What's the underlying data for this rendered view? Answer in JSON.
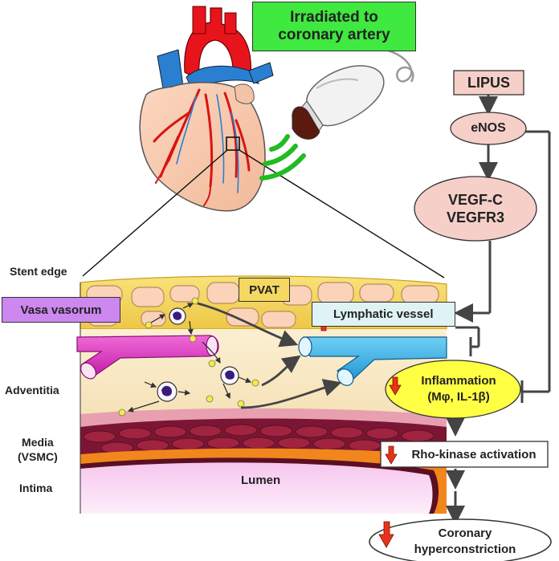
{
  "header": {
    "irradiated_line1": "Irradiated to",
    "irradiated_line2": "coronary artery"
  },
  "pathway": {
    "lipus": "LIPUS",
    "enos": "eNOS",
    "vegf_line1": "VEGF-C",
    "vegf_line2": "VEGFR3",
    "lymphatic": "Lymphatic vessel",
    "inflammation_line1": "Inflammation",
    "inflammation_line2": "(Mφ, IL-1β)",
    "rho_kinase": "Rho-kinase activation",
    "coronary_line1": "Coronary",
    "coronary_line2": "hyperconstriction"
  },
  "vessel_labels": {
    "stent_edge": "Stent edge",
    "vasa_vasorum": "Vasa vasorum",
    "pvat": "PVAT",
    "adventitia": "Adventitia",
    "media_line1": "Media",
    "media_line2": "(VSMC)",
    "intima": "Intima",
    "lumen": "Lumen"
  },
  "colors": {
    "green_box": "#3fe93f",
    "pink_box": "#f7cfc9",
    "purple_box": "#cc88ee",
    "pvat_yellow": "#f5d85f",
    "lymph_box": "#dff3f5",
    "inflammation_oval": "#ffff44",
    "up_arrow": "#e8321a",
    "down_arrow": "#e8321a",
    "vasa_magenta": "#e233c8",
    "lymph_blue": "#3ab0e8",
    "media_red": "#8a1a3a",
    "lumen_pink": "#f3b8e8"
  },
  "icons": {
    "up": "arrow-up-icon",
    "down": "arrow-down-icon"
  }
}
